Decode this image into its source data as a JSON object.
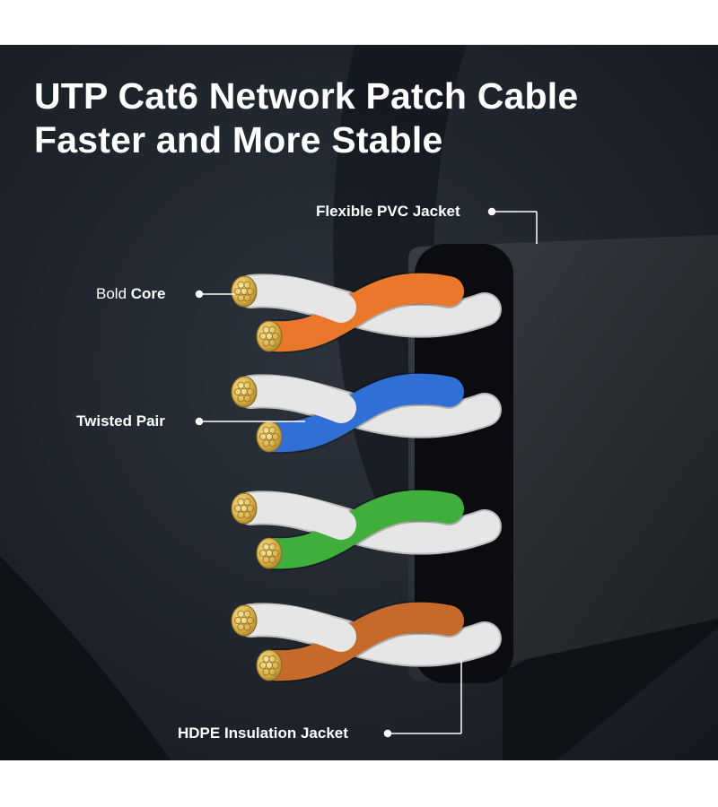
{
  "title": {
    "line1": "UTP Cat6 Network Patch Cable",
    "line2": "Faster and More Stable"
  },
  "callouts": {
    "pvc_jacket": "Flexible PVC Jacket",
    "bold_core": {
      "part1": "Bold",
      "part2": "Core"
    },
    "twisted_pair": "Twisted Pair",
    "hdpe_jacket": "HDPE Insulation Jacket"
  },
  "wire_pairs": [
    {
      "color_name": "orange",
      "color": "#e9782a"
    },
    {
      "color_name": "blue",
      "color": "#2f6fd6"
    },
    {
      "color_name": "green",
      "color": "#3fae3a"
    },
    {
      "color_name": "brown",
      "color": "#c56a2a"
    }
  ],
  "colors": {
    "background": "#1f252d",
    "jacket": "#2b2f35",
    "white_wire": "#e6e6e6",
    "copper": "#d9b24a",
    "text": "#ffffff"
  }
}
